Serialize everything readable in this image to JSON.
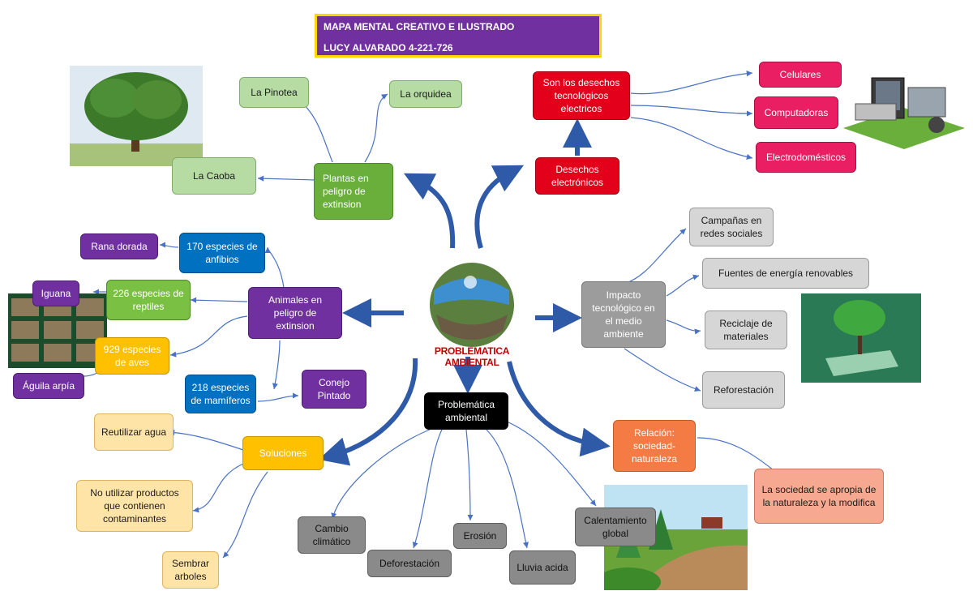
{
  "title": {
    "line1": "MAPA MENTAL CREATIVO E ILUSTRADO",
    "line2": "LUCY ALVARADO 4-221-726"
  },
  "center": {
    "label": "PROBLEMATICA AMBIENTAL"
  },
  "plants": {
    "main": "Plantas en peligro de extinsion",
    "items": [
      "La Pinotea",
      "La orquidea",
      "La Caoba"
    ]
  },
  "ewaste": {
    "main": "Desechos electrónicos",
    "def": "Son los desechos tecnológicos electricos",
    "items": [
      "Celulares",
      "Computadoras",
      "Electrodomésticos"
    ]
  },
  "animals": {
    "main": "Animales en peligro de extinsion",
    "groups": [
      "170 especies de anfibios",
      "226 especies de reptiles",
      "929 especies de aves",
      "218 especies de mamíferos"
    ],
    "examples": [
      "Rana dorada",
      "Iguana",
      "Águila arpía",
      "Conejo Pintado"
    ]
  },
  "impact": {
    "main": "Impacto tecnológico en el medio ambiente",
    "items": [
      "Campañas en redes sociales",
      "Fuentes de energía renovables",
      "Reciclaje de materiales",
      "Reforestación"
    ]
  },
  "problem": {
    "main": "Problemática ambiental",
    "items": [
      "Cambio climático",
      "Deforestación",
      "Erosión",
      "Lluvia acida",
      "Calentamiento global"
    ]
  },
  "solutions": {
    "main": "Soluciones",
    "items": [
      "Reutilizar agua",
      "No utilizar productos que contienen contaminantes",
      "Sembrar arboles"
    ]
  },
  "relation": {
    "main": "Relación: sociedad-naturaleza",
    "text": "La sociedad se apropia de la naturaleza y la modifica"
  },
  "colors": {
    "purple": "#7030a0",
    "green": "#6aae3c",
    "blue": "#0070c0",
    "red": "#e2001a",
    "pink": "#ea1e63",
    "yellow": "#ffc000",
    "gray": "#9c9c9c",
    "orange": "#f47b44",
    "arrow": "#2f5aa8"
  }
}
